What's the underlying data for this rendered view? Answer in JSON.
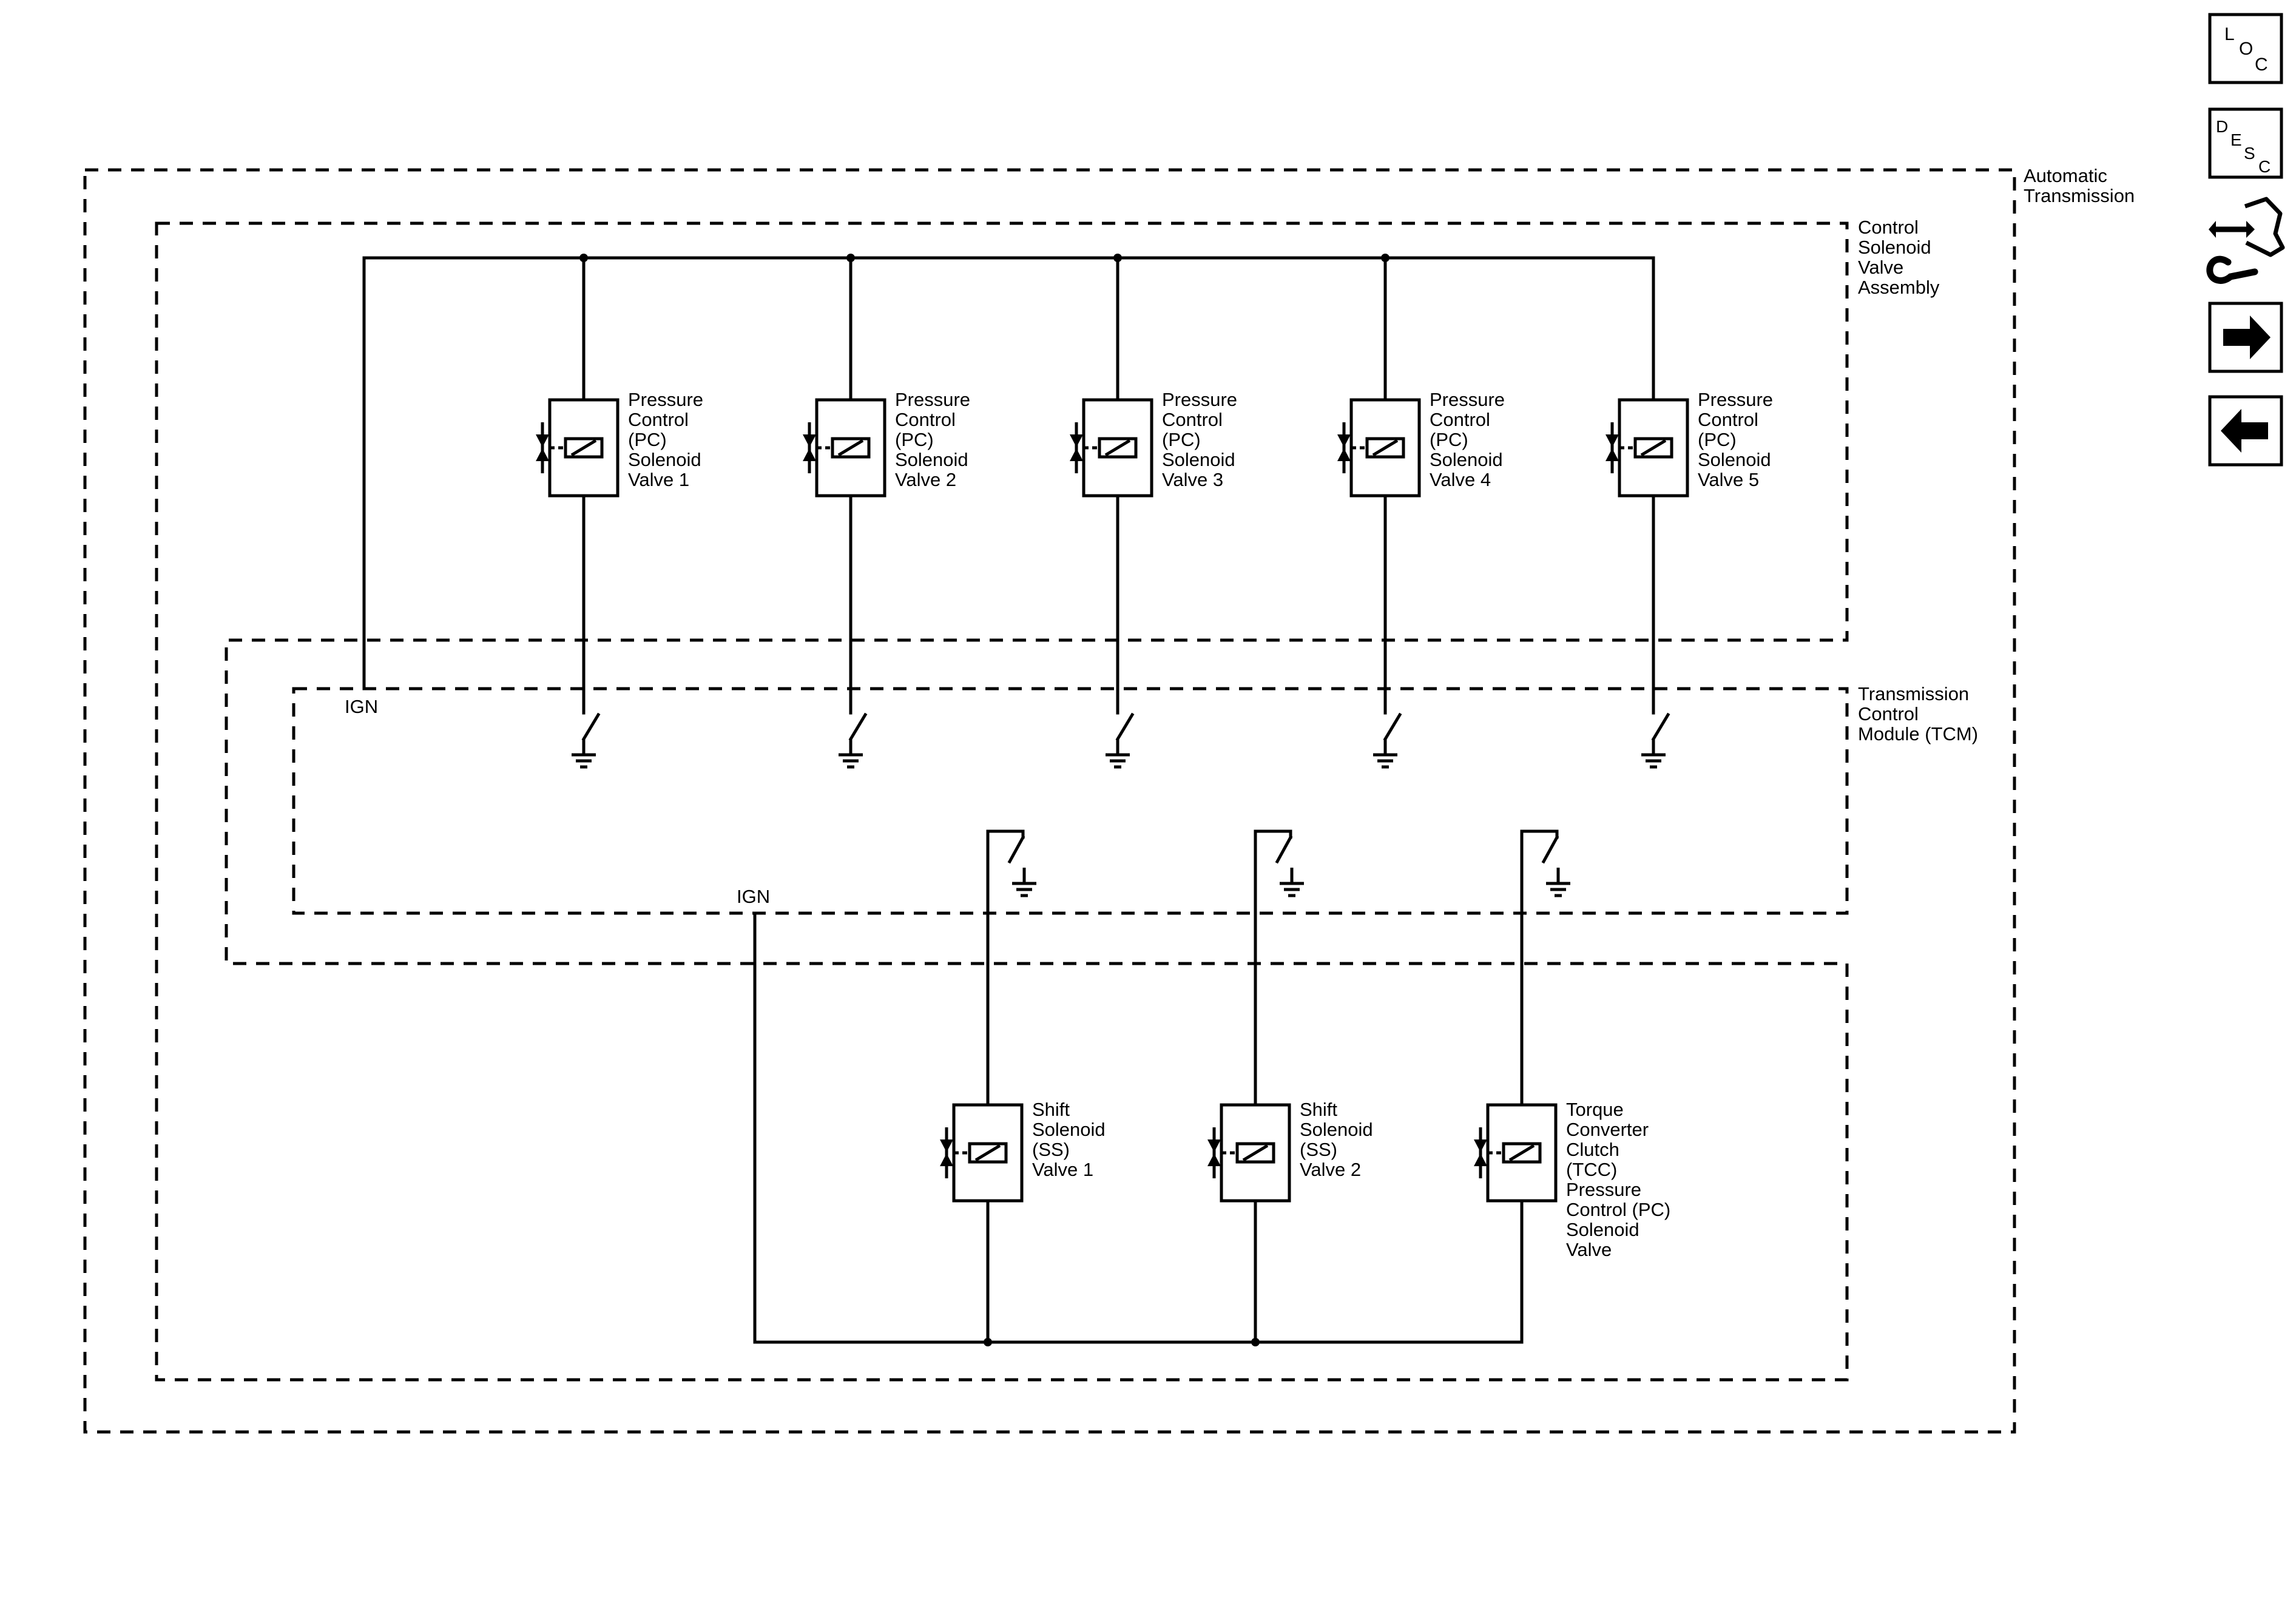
{
  "boundaries": {
    "outer": "Automatic Transmission",
    "valve_assembly": "Control Solenoid Valve Assembly",
    "module": "Transmission Control Module (TCM)"
  },
  "ign_labels": [
    "IGN",
    "IGN"
  ],
  "pc_solenoids": [
    "Pressure Control (PC) Solenoid Valve 1",
    "Pressure Control (PC) Solenoid Valve 2",
    "Pressure Control (PC) Solenoid Valve 3",
    "Pressure Control (PC) Solenoid Valve 4",
    "Pressure Control (PC) Solenoid Valve 5"
  ],
  "lower_solenoids": [
    "Shift Solenoid (SS) Valve 1",
    "Shift Solenoid (SS) Valve 2",
    "Torque Converter Clutch (TCC) Pressure Control (PC) Solenoid Valve"
  ],
  "nav": {
    "loc": [
      "L",
      "O",
      "C"
    ],
    "desc": [
      "D",
      "E",
      "S",
      "C"
    ],
    "icons": [
      "connector-tool-icon",
      "arrow-right-icon",
      "arrow-left-icon"
    ]
  }
}
